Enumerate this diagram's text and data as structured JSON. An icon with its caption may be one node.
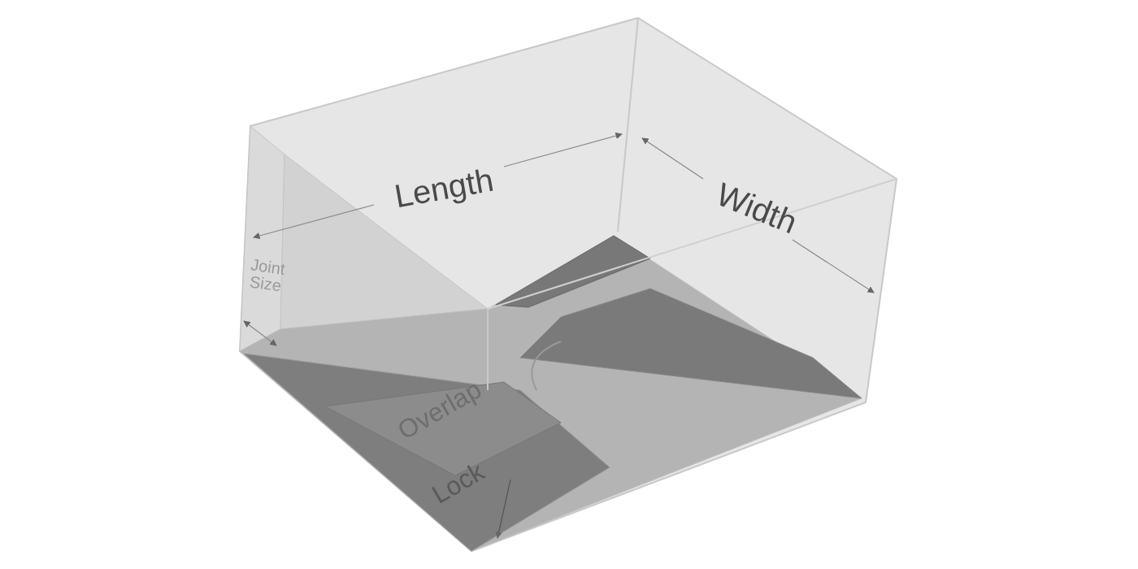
{
  "diagram": {
    "labels": [
      "Length",
      "Width",
      "Joint Size",
      "Overlap",
      "Lock"
    ]
  }
}
